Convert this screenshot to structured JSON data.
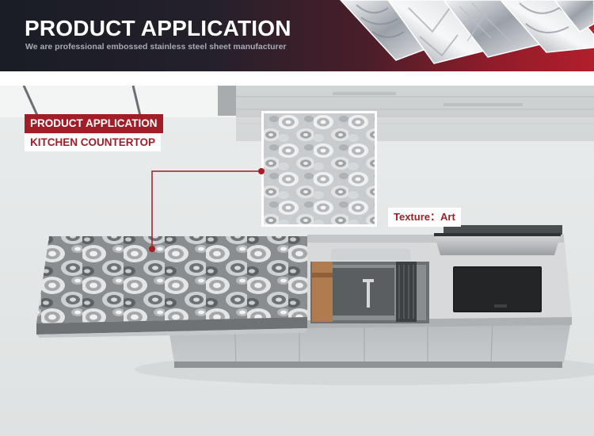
{
  "header": {
    "title": "PRODUCT APPLICATION",
    "subtitle": "We are professional embossed stainless steel sheet manufacturer"
  },
  "scene": {
    "application_label": "PRODUCT APPLICATION",
    "application_name": "KITCHEN COUNTERTOP",
    "texture_label": "Texture：Art"
  },
  "colors": {
    "accent_red": "#a11d27",
    "banner_dark": "#1a1d24",
    "banner_red": "#b21e2c"
  }
}
